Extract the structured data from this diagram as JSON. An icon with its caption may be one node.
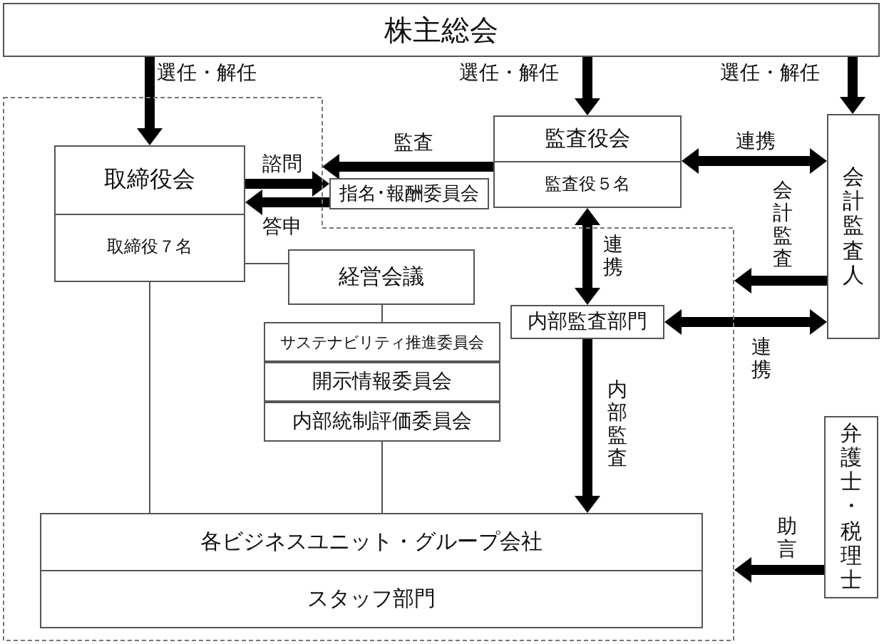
{
  "diagram": {
    "nodes": [
      {
        "text": [
          "株主総会"
        ]
      },
      {
        "text": [],
        "shape": "polygon"
      },
      {
        "text": [
          "取締役会",
          "取締役７名"
        ],
        "in": 1
      },
      {
        "text": [
          "指名･報酬委員会"
        ]
      },
      {
        "text": [
          "監査役会",
          "監査役５名"
        ]
      },
      {
        "text": [
          "会計監査人"
        ]
      },
      {
        "text": [
          "経営会議"
        ],
        "in": 1
      },
      {
        "text": [
          "サステナビリティ推進委員会"
        ],
        "in": 1
      },
      {
        "text": [
          "開示情報委員会"
        ],
        "in": 1
      },
      {
        "text": [
          "内部統制評価委員会"
        ],
        "in": 1
      },
      {
        "text": [
          "内部監査部門"
        ],
        "in": 1
      },
      {
        "text": [
          "各ビジネスユニット・グループ会社",
          "スタッフ部門"
        ],
        "in": 1
      },
      {
        "text": [
          "弁護士・税理士"
        ]
      }
    ],
    "edges": [
      {
        "from": 0,
        "to": 2,
        "arrow": "to",
        "label": "選任・解任"
      },
      {
        "from": 0,
        "to": 4,
        "arrow": "to",
        "label": "選任・解任"
      },
      {
        "from": 0,
        "to": 5,
        "arrow": "to",
        "label": "選任・解任"
      },
      {
        "from": 4,
        "to": 1,
        "arrow": "to",
        "label": "監査"
      },
      {
        "from": 2,
        "to": 3,
        "arrow": "to",
        "label": "諮問"
      },
      {
        "from": 3,
        "to": 2,
        "arrow": "to",
        "label": "答申"
      },
      {
        "from": 4,
        "to": 5,
        "arrow": "both",
        "label": "連携"
      },
      {
        "from": 4,
        "to": 10,
        "arrow": "both",
        "label": "連携"
      },
      {
        "from": 5,
        "to": 1,
        "arrow": "to",
        "label": "会計監査"
      },
      {
        "from": 10,
        "to": 5,
        "arrow": "both",
        "label": "連携"
      },
      {
        "from": 2,
        "to": 6,
        "arrow": "none"
      },
      {
        "from": 6,
        "to": 7,
        "arrow": "none"
      },
      {
        "from": 10,
        "to": 11,
        "arrow": "to",
        "label": "内部監査"
      },
      {
        "from": 2,
        "to": 11,
        "arrow": "none"
      },
      {
        "from": 9,
        "to": 11,
        "arrow": "none"
      },
      {
        "from": 12,
        "to": 1,
        "arrow": "to",
        "label": "助言"
      }
    ]
  }
}
